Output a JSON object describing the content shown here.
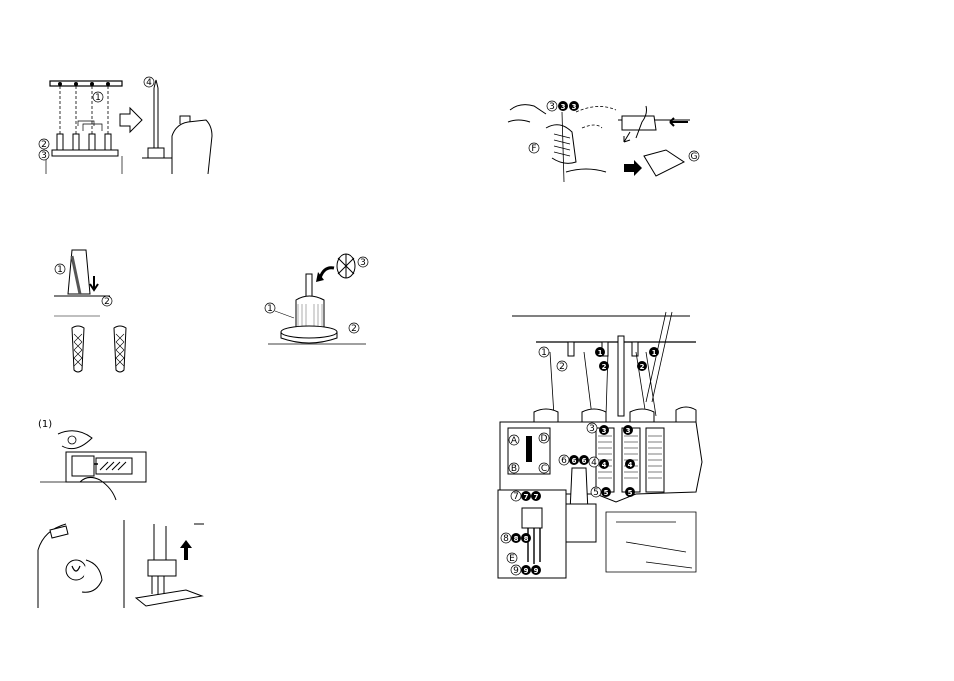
{
  "figures": {
    "spool_pins": {
      "c1": "1",
      "c2": "2",
      "c3": "3",
      "c4": "4"
    },
    "spool_net": {
      "c1": "1",
      "c2": "2"
    },
    "spool_cap": {
      "c1": "1",
      "c2": "2",
      "c3": "3"
    },
    "open_cover": {
      "step": "(1)"
    },
    "looper_thread": {
      "c3": "3",
      "cF": "F",
      "cG": "G",
      "b3a": "3",
      "b3b": "3"
    },
    "threading_chart": {
      "c1": "1",
      "c2": "2",
      "c3": "3",
      "c4": "4",
      "c5": "5",
      "c6": "6",
      "c7": "7",
      "c8": "8",
      "c9": "9",
      "cA": "A",
      "cB": "B",
      "cC": "C",
      "cD": "D",
      "cE": "E",
      "b1a": "1",
      "b1b": "1",
      "b2a": "2",
      "b2b": "2",
      "b3a": "3",
      "b3b": "3",
      "b4a": "4",
      "b4b": "4",
      "b5a": "5",
      "b5b": "5",
      "b6a": "6",
      "b6b": "6",
      "b7a": "7",
      "b7b": "7",
      "b8a": "8",
      "b8b": "8",
      "b9a": "9",
      "b9b": "9"
    }
  }
}
